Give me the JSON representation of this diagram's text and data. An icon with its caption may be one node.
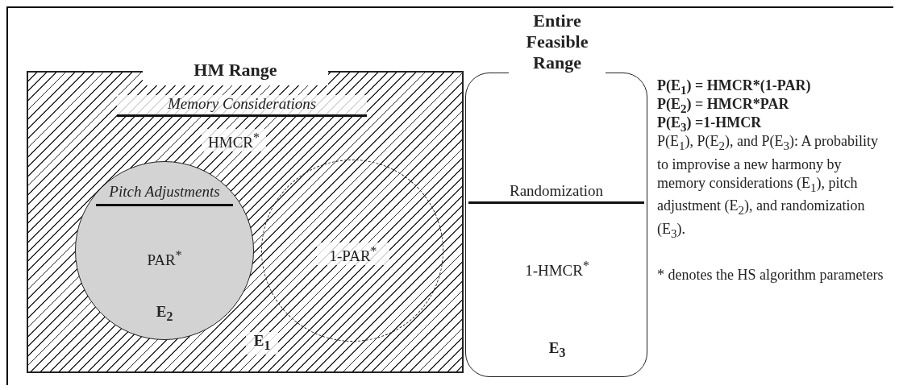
{
  "diagram": {
    "nodes": [
      {
        "text": [
          "HM Range",
          "Memory Considerations",
          "HMCR$^{*}$",
          "E$_{1}$"
        ]
      },
      {
        "text": [
          "Pitch Adjustments",
          "PAR$^{*}$",
          "E$_{2}$"
        ],
        "in": 0
      },
      {
        "text": [
          "1-PAR$^{*}$"
        ],
        "in": 0
      },
      {
        "text": [
          "Entire Feasible Range",
          "Randomization",
          "1-HMCR$^{*}$",
          "E$_{3}$"
        ]
      }
    ],
    "edges": [],
    "labels": [
      "P(E$_{1}$) = HMCR*(1-PAR)",
      "P(E$_{2}$) = HMCR*PAR",
      "P(E$_{3}$) =1-HMCR",
      "P(E$_{1}$), P(E$_{2}$), and P(E$_{3}$): A probability to improvise a new harmony by memory considerations (E$_{1}$), pitch adjustment (E$_{2}$), and randomization (E$_{3}$).",
      "* denotes the HS algorithm parameters"
    ]
  }
}
